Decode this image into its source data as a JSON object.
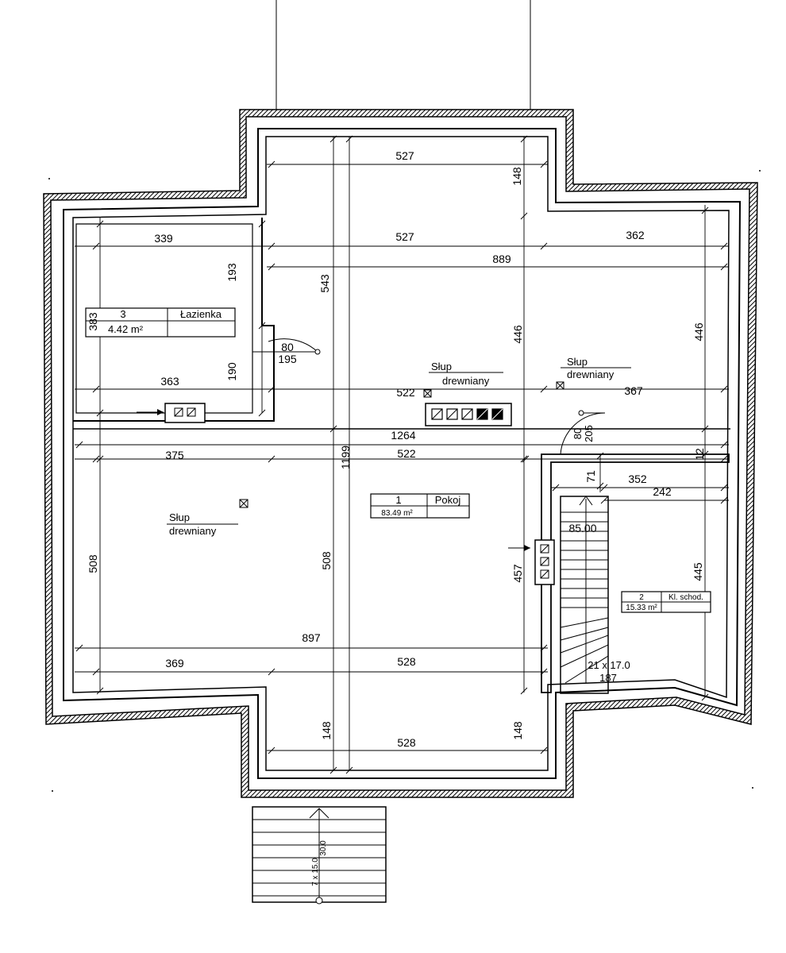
{
  "rooms": {
    "lazienka": {
      "number": "3",
      "name": "Łazienka",
      "area": "4.42 m²"
    },
    "pokoj": {
      "number": "1",
      "name": "Pokoj",
      "area": "83.49 m²"
    },
    "klatka": {
      "number": "2",
      "name": "Kl. schod.",
      "area": "15.33 m²"
    }
  },
  "columns": {
    "label_line1": "Słup",
    "label_line2": "drewniany"
  },
  "stairs": {
    "level": "85.00",
    "inner_steps": "21 x 17.0",
    "inner_run": "187",
    "outer_steps": "7 x 15.0",
    "outer_run": "30.0"
  },
  "doors": {
    "bath_width": "80",
    "bath_height": "195",
    "stair_width": "80",
    "stair_height": "205"
  },
  "dimensions": {
    "top_527": "527",
    "top_148": "148",
    "row2_339": "339",
    "row2_527": "527",
    "row2_362": "362",
    "row3_889": "889",
    "v_193": "193",
    "v_543": "543",
    "v_383": "383",
    "v_446_center": "446",
    "v_446_right": "446",
    "v_190": "190",
    "row4_363": "363",
    "row4_522": "522",
    "row4_367": "367",
    "row5_1264": "1264",
    "row6_375": "375",
    "row6_522": "522",
    "v_1199": "1199",
    "v_12": "12",
    "v_71": "71",
    "row7_352": "352",
    "row7_242": "242",
    "v_508_left": "508",
    "v_508_center": "508",
    "v_457": "457",
    "v_445": "445",
    "row8_897": "897",
    "row9_369": "369",
    "row9_528": "528",
    "v_148_bl": "148",
    "v_148_br": "148",
    "bottom_528": "528"
  }
}
